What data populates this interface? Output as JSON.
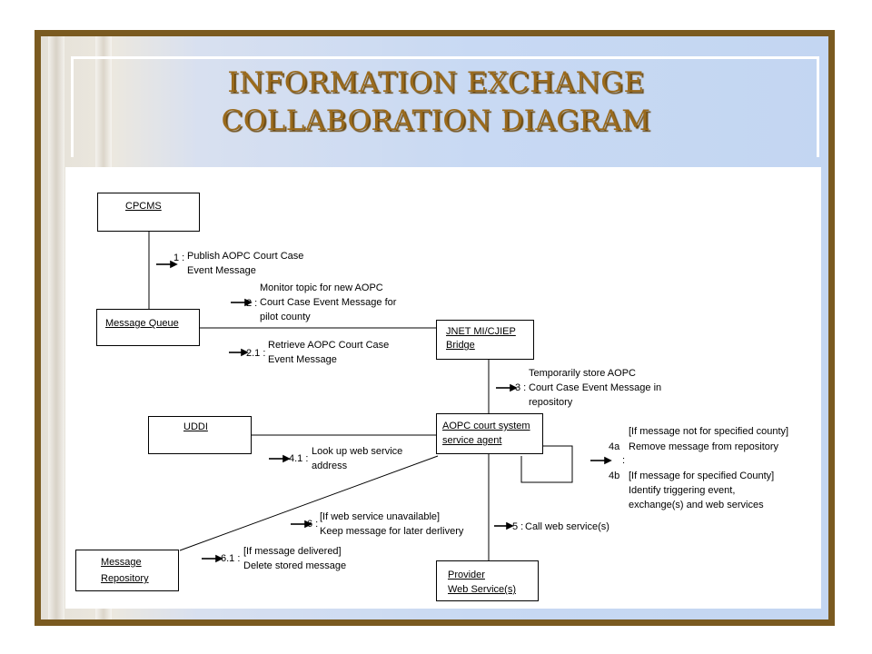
{
  "slide": {
    "title_line_1": "INFORMATION EXCHANGE",
    "title_line_2": "COLLABORATION DIAGRAM"
  },
  "objects": {
    "cpcms": "CPCMS",
    "message_queue": "Message Queue",
    "jnet_line_1": "JNET MI/CJIEP",
    "jnet_line_2": "Bridge",
    "uddi": "UDDI",
    "aopc_line_1": "AOPC court system",
    "aopc_line_2": "service agent",
    "repo_line_1": "Message",
    "repo_line_2": "Repository",
    "provider_line_1": "Provider",
    "provider_line_2": "Web Service(s)"
  },
  "messages": {
    "m1_num": "1 :",
    "m1_line_1": "Publish AOPC Court Case",
    "m1_line_2": "Event Message",
    "m2_num": "2 :",
    "m2_line_1": "Monitor topic for new AOPC",
    "m2_line_2": "Court Case Event Message for",
    "m2_line_3": "pilot county",
    "m21_num": "2.1 :",
    "m21_line_1": "Retrieve AOPC Court Case",
    "m21_line_2": "Event Message",
    "m3_num": "3 :",
    "m3_line_1": "Temporarily store AOPC",
    "m3_line_2": "Court Case Event Message in",
    "m3_line_3": "repository",
    "m41_num": "4.1 :",
    "m41_line_1": "Look up web service",
    "m41_line_2": "address",
    "m4a_num": "4a",
    "m4a_line_1": "[If message not for specified county]",
    "m4a_line_2": "Remove message from repository",
    "m4_sep": ":",
    "m4b_num": "4b",
    "m4b_line_1": "[If message for specified County]",
    "m4b_line_2": "Identify triggering event,",
    "m4b_line_3": "exchange(s) and web services",
    "m5_num": "5 :",
    "m5_line_1": "Call web service(s)",
    "m6_num": "6 :",
    "m6_line_1": "[If web service unavailable]",
    "m6_line_2": "Keep message for later derlivery",
    "m61_num": "6.1 :",
    "m61_line_1": "[If message delivered]",
    "m61_line_2": "Delete stored message"
  },
  "colors": {
    "frame": "#7a5a20",
    "title": "#9a6a1c",
    "background": "#c8d9f3"
  }
}
